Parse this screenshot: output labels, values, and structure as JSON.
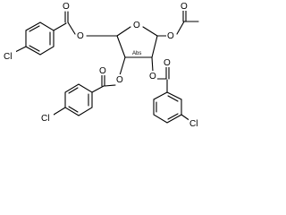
{
  "molecule": {
    "atoms": {
      "ring_o": "O",
      "acetyl_o_link": "O",
      "acetyl_o_carbonyl": "O",
      "ester5_o_link": "O",
      "ester5_o_carbonyl": "O",
      "ester3_o_link": "O",
      "ester3_o_carbonyl": "O",
      "ester2_o_link": "O",
      "ester2_o_carbonyl": "O",
      "cl_left": "Cl",
      "cl_bottom": "Cl",
      "cl_right": "Cl"
    },
    "stereo_label": "Abs"
  }
}
